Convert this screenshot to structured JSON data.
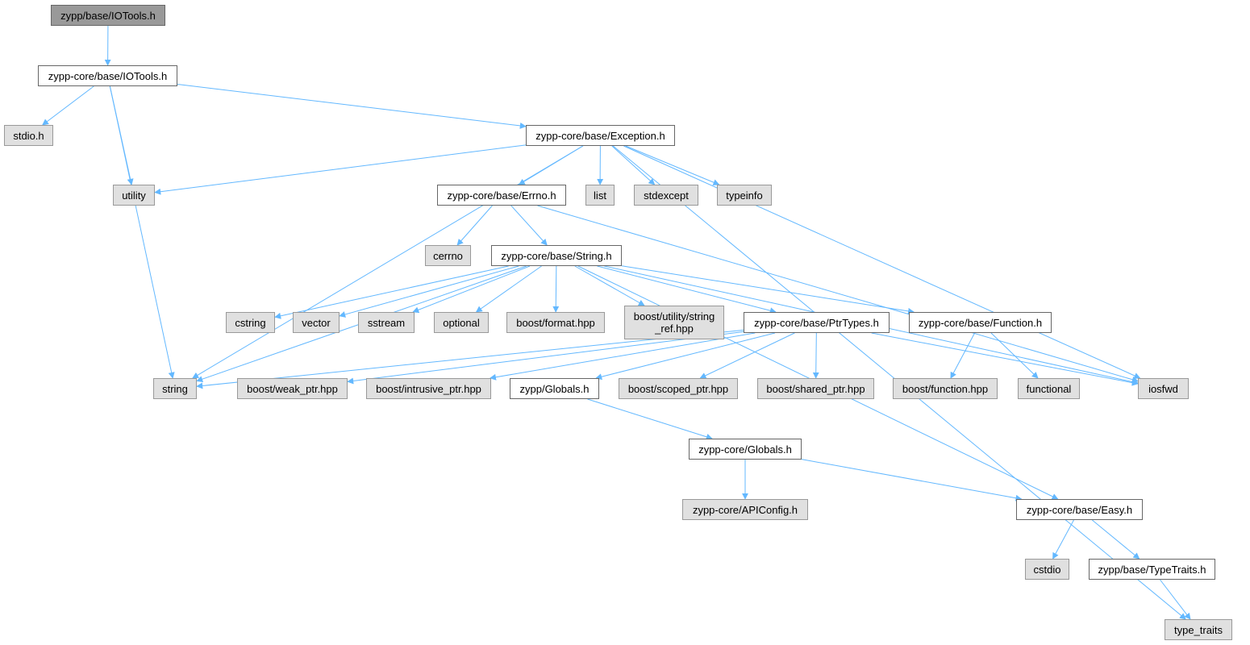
{
  "graph": {
    "nodes": [
      {
        "id": "n_iotools_h",
        "label": "zypp/base/IOTools.h",
        "kind": "root"
      },
      {
        "id": "n_core_iotools",
        "label": "zypp-core/base/IOTools.h",
        "kind": "internal"
      },
      {
        "id": "n_stdio",
        "label": "stdio.h",
        "kind": "system"
      },
      {
        "id": "n_exception",
        "label": "zypp-core/base/Exception.h",
        "kind": "internal"
      },
      {
        "id": "n_utility",
        "label": "utility",
        "kind": "system"
      },
      {
        "id": "n_errno",
        "label": "zypp-core/base/Errno.h",
        "kind": "internal"
      },
      {
        "id": "n_list",
        "label": "list",
        "kind": "system"
      },
      {
        "id": "n_stdexcept",
        "label": "stdexcept",
        "kind": "system"
      },
      {
        "id": "n_typeinfo",
        "label": "typeinfo",
        "kind": "system"
      },
      {
        "id": "n_cerrno",
        "label": "cerrno",
        "kind": "system"
      },
      {
        "id": "n_string_h",
        "label": "zypp-core/base/String.h",
        "kind": "internal"
      },
      {
        "id": "n_cstring",
        "label": "cstring",
        "kind": "system"
      },
      {
        "id": "n_vector",
        "label": "vector",
        "kind": "system"
      },
      {
        "id": "n_sstream",
        "label": "sstream",
        "kind": "system"
      },
      {
        "id": "n_optional",
        "label": "optional",
        "kind": "system"
      },
      {
        "id": "n_boost_format",
        "label": "boost/format.hpp",
        "kind": "system"
      },
      {
        "id": "n_boost_string_ref",
        "label": "boost/utility/string\n_ref.hpp",
        "kind": "system"
      },
      {
        "id": "n_ptrtypes",
        "label": "zypp-core/base/PtrTypes.h",
        "kind": "internal"
      },
      {
        "id": "n_function_h",
        "label": "zypp-core/base/Function.h",
        "kind": "internal"
      },
      {
        "id": "n_string",
        "label": "string",
        "kind": "system"
      },
      {
        "id": "n_weak_ptr",
        "label": "boost/weak_ptr.hpp",
        "kind": "system"
      },
      {
        "id": "n_intrusive_ptr",
        "label": "boost/intrusive_ptr.hpp",
        "kind": "system"
      },
      {
        "id": "n_zypp_globals",
        "label": "zypp/Globals.h",
        "kind": "internal"
      },
      {
        "id": "n_scoped_ptr",
        "label": "boost/scoped_ptr.hpp",
        "kind": "system"
      },
      {
        "id": "n_shared_ptr",
        "label": "boost/shared_ptr.hpp",
        "kind": "system"
      },
      {
        "id": "n_boost_function",
        "label": "boost/function.hpp",
        "kind": "system"
      },
      {
        "id": "n_functional",
        "label": "functional",
        "kind": "system"
      },
      {
        "id": "n_iosfwd",
        "label": "iosfwd",
        "kind": "system"
      },
      {
        "id": "n_core_globals",
        "label": "zypp-core/Globals.h",
        "kind": "internal"
      },
      {
        "id": "n_apiconfig",
        "label": "zypp-core/APIConfig.h",
        "kind": "system"
      },
      {
        "id": "n_easy",
        "label": "zypp-core/base/Easy.h",
        "kind": "internal"
      },
      {
        "id": "n_cstdio",
        "label": "cstdio",
        "kind": "system"
      },
      {
        "id": "n_typetraits_h",
        "label": "zypp/base/TypeTraits.h",
        "kind": "internal"
      },
      {
        "id": "n_type_traits",
        "label": "type_traits",
        "kind": "system"
      }
    ],
    "edges": [
      [
        "n_iotools_h",
        "n_core_iotools"
      ],
      [
        "n_core_iotools",
        "n_stdio"
      ],
      [
        "n_core_iotools",
        "n_utility"
      ],
      [
        "n_core_iotools",
        "n_string"
      ],
      [
        "n_core_iotools",
        "n_exception"
      ],
      [
        "n_exception",
        "n_utility"
      ],
      [
        "n_exception",
        "n_string"
      ],
      [
        "n_exception",
        "n_errno"
      ],
      [
        "n_exception",
        "n_list"
      ],
      [
        "n_exception",
        "n_stdexcept"
      ],
      [
        "n_exception",
        "n_typeinfo"
      ],
      [
        "n_exception",
        "n_iosfwd"
      ],
      [
        "n_exception",
        "n_type_traits"
      ],
      [
        "n_errno",
        "n_cerrno"
      ],
      [
        "n_errno",
        "n_string_h"
      ],
      [
        "n_errno",
        "n_iosfwd"
      ],
      [
        "n_string_h",
        "n_string"
      ],
      [
        "n_string_h",
        "n_cstring"
      ],
      [
        "n_string_h",
        "n_vector"
      ],
      [
        "n_string_h",
        "n_sstream"
      ],
      [
        "n_string_h",
        "n_optional"
      ],
      [
        "n_string_h",
        "n_boost_format"
      ],
      [
        "n_string_h",
        "n_boost_string_ref"
      ],
      [
        "n_string_h",
        "n_ptrtypes"
      ],
      [
        "n_string_h",
        "n_function_h"
      ],
      [
        "n_string_h",
        "n_iosfwd"
      ],
      [
        "n_string_h",
        "n_easy"
      ],
      [
        "n_ptrtypes",
        "n_string"
      ],
      [
        "n_ptrtypes",
        "n_weak_ptr"
      ],
      [
        "n_ptrtypes",
        "n_intrusive_ptr"
      ],
      [
        "n_ptrtypes",
        "n_zypp_globals"
      ],
      [
        "n_ptrtypes",
        "n_scoped_ptr"
      ],
      [
        "n_ptrtypes",
        "n_shared_ptr"
      ],
      [
        "n_ptrtypes",
        "n_iosfwd"
      ],
      [
        "n_function_h",
        "n_boost_function"
      ],
      [
        "n_function_h",
        "n_functional"
      ],
      [
        "n_zypp_globals",
        "n_core_globals"
      ],
      [
        "n_core_globals",
        "n_apiconfig"
      ],
      [
        "n_core_globals",
        "n_easy"
      ],
      [
        "n_easy",
        "n_cstdio"
      ],
      [
        "n_easy",
        "n_typetraits_h"
      ],
      [
        "n_typetraits_h",
        "n_type_traits"
      ]
    ]
  },
  "colors": {
    "edge": "#63b8ff",
    "root_fill": "#999999",
    "internal_fill": "#ffffff",
    "system_fill": "#e0e0e0",
    "node_border": "#666666"
  }
}
